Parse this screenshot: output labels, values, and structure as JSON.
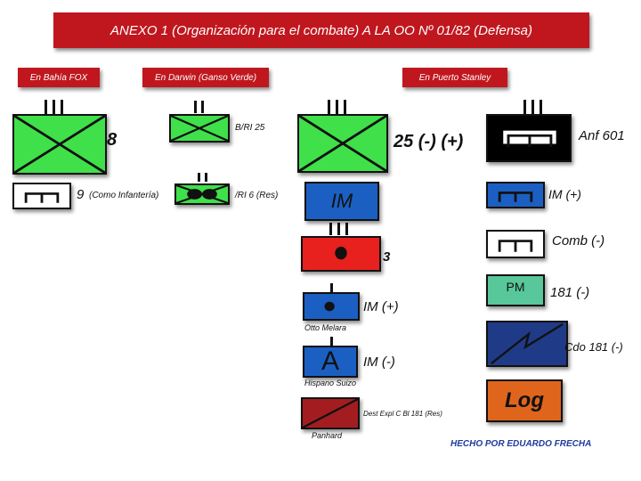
{
  "title": "ANEXO 1 (Organización para el combate) A LA OO Nº 01/82 (Defensa)",
  "headers": {
    "bahia_fox": "En Bahía FOX",
    "darwin": "En Darwin (Ganso Verde)",
    "stanley": "En Puerto Stanley"
  },
  "labels": {
    "u8": "8",
    "u9": "9",
    "como_infanteria": "(Como Infantería)",
    "bri25": "B/RI 25",
    "ri6": "/RI 6 (Res)",
    "u25": "25 (-) (+)",
    "im_blue": "IM",
    "anf601": "Anf 601",
    "im_plus_right": "IM (+)",
    "comb": "Comb (-)",
    "u3": "3",
    "pm": "PM",
    "u181": "181 (-)",
    "im_plus_mid": "IM (+)",
    "otto": "Otto Melara",
    "cdo181": "Cdo 181 (-)",
    "hisp_letter": "A",
    "im_minus": "IM (-)",
    "hispano": "Hispano Suizo",
    "log": "Log",
    "dest": "Dest Expl C Bl 181 (Res)",
    "panhard": "Panhard",
    "credit": "HECHO POR EDUARDO FRECHA"
  },
  "colors": {
    "title_red": "#c0171f",
    "infantry_green": "#3fe04a",
    "dark_green": "#2fa836",
    "blue": "#1b5fc2",
    "red": "#e8211e",
    "navy": "#1f3b87",
    "maroon": "#a31d20",
    "orange": "#e0651c",
    "teal": "#58c79a",
    "black": "#000000"
  },
  "icons": {
    "infantry": "crossed-box-icon",
    "recon": "track-wheel-icon",
    "artillery": "dot-icon",
    "airborne": "lightning-icon"
  }
}
